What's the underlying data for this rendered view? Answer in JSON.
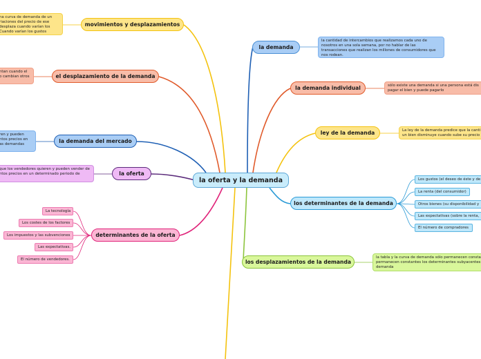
{
  "central": "la oferta y la demanda",
  "colors": {
    "blue": "#4a8fd4",
    "orange_red": "#e05a2a",
    "gold": "#f4c20d",
    "navy": "#1e5fb4",
    "purple": "#5a2a7a",
    "pink": "#e0247a",
    "green": "#8cc43c",
    "sky": "#2a9ad6"
  },
  "right": {
    "la_demanda": {
      "label": "la demanda",
      "note": "la cantidad de intercambios que realizamos cada uno de\nnosotros en una sola semana, por no hablar de las\ntransacciones que realizan los millones de consumidores que\nnos rodean."
    },
    "demanda_individual": {
      "label": "la demanda individual",
      "note": "sólo existe una demanda si una persona está dis\npagar el bien y puede pagarlo"
    },
    "ley_demanda": {
      "label": "ley de la demanda",
      "note": "La ley de la demanda predice que la canti\nun bien  disminuye cuando sube su precio"
    },
    "determinantes_demanda": {
      "label": "los determinantes de la demanda",
      "items": [
        "Los gustos (el deseo de éste y de",
        "La renta (del consumidor)",
        "Otros bienes (su disponibilidad y",
        "Las expectativas (sobre la renta,",
        "El número de compradores"
      ]
    },
    "desplazamientos": {
      "label": "los desplazamientos de la demanda",
      "note": "la tabla y la curva de demanda sólo permanecen consta\npermanecen constantes los determinantes subyacentes\ndemanda"
    }
  },
  "left": {
    "movimientos": {
      "label": "movimientos y desplazamientos",
      "note": "na curva de demanda de un\nriaciones del precio de ese\ndesplaza cuando varían los\nCuando varían los gustos"
    },
    "desplazamiento_demanda": {
      "label": "el desplazamiento de la demanda",
      "note": "ntan  cuando el\no cambian otros"
    },
    "demanda_mercado": {
      "label": "la demanda del mercado",
      "note": "ren y pueden\nntos precios en\nas demandas"
    },
    "oferta": {
      "label": "la oferta",
      "note": "que los vendedores quieren y pueden vender de\nntos precios  en un determinado periodo de"
    },
    "determinantes_oferta": {
      "label": "determinantes de la oferta",
      "items": [
        "La tecnología",
        "Los costes de los factores",
        "Los impuestos y las subvenciones",
        "Las expectativas.",
        "El número de vendedores."
      ]
    }
  }
}
